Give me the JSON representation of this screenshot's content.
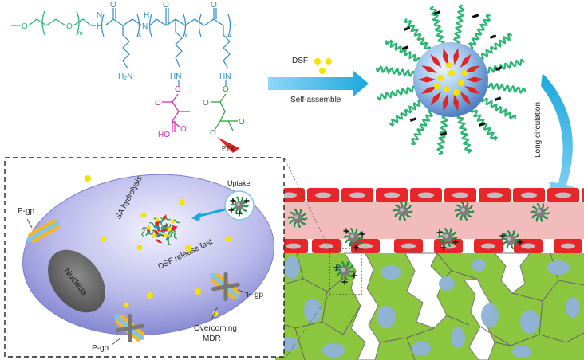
{
  "polymer": {
    "peg_o": "O",
    "peg_m": "m",
    "nh_top": "N",
    "h_top1": "H",
    "h_top2": "H",
    "o1": "O",
    "o2": "O",
    "o3": "O",
    "sub_x": "x",
    "sub_y": "y",
    "sub_z": "z",
    "star": "*",
    "nh2": "H₂N",
    "hn1": "HN",
    "hn2": "HN",
    "o_ester1": "O",
    "o_ester2": "O",
    "o_carb1": "O",
    "o_carb2": "O",
    "o_carb3": "O",
    "ho": "HO",
    "o_ptx": "O",
    "ptx": "PTX"
  },
  "arrow_labels": {
    "dsf": "DSF",
    "self_assemble": "Self-assemble",
    "long_circulation": "Long circulation"
  },
  "cell": {
    "pgp_labels": [
      "P-gp",
      "P-gp",
      "P-gp"
    ],
    "uptake": "Uptake",
    "sa_hydrolysis": "SA hydrolysis",
    "dsf_release": "DSF release fast",
    "nucleus": "Nucleus",
    "overcoming_1": "Overcoming",
    "overcoming_2": "MDR"
  },
  "colors": {
    "peg_green": "#2bb673",
    "backbone_blue": "#2a8fc9",
    "sa_magenta": "#d62ab0",
    "succinate_green": "#2e9b3a",
    "ptx_red": "#e02424",
    "dsf_yellow": "#f5e400",
    "pgp_orange": "#f3b52b",
    "pgp_blue": "#7fc6e6",
    "vessel_red": "#e8262a",
    "tissue_green": "#8cc63f",
    "tissue_cell_blue": "#8fb2d9",
    "arrow_blue": "#1aa7df"
  }
}
